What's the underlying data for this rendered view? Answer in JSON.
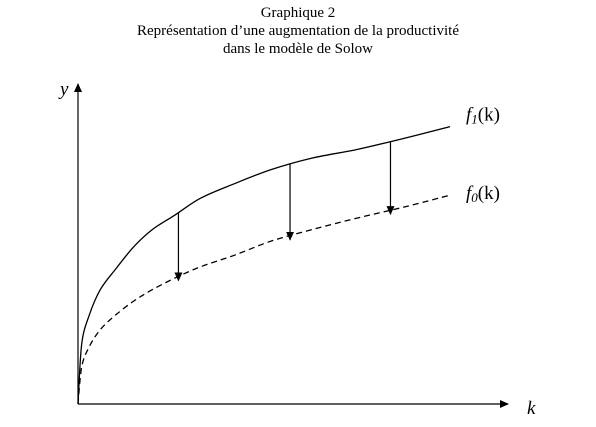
{
  "chart_data": {
    "type": "line",
    "title_lines": [
      "Graphique 2",
      "Représentation d’une augmentation de la productivité",
      "dans le modèle de Solow"
    ],
    "xlabel": "k",
    "ylabel": "y",
    "grid": false,
    "xlim": [
      0,
      100
    ],
    "ylim": [
      0,
      100
    ],
    "series": [
      {
        "label_main": "f",
        "label_sub": "1",
        "label_arg": "(k)",
        "style": "solid",
        "k": [
          0,
          1,
          3,
          6,
          10,
          15,
          20,
          26,
          33,
          42,
          52,
          63,
          75,
          88,
          100
        ],
        "y": [
          0,
          21,
          31,
          40,
          47,
          55,
          61,
          66,
          72,
          77,
          82,
          86,
          89,
          93,
          97
        ]
      },
      {
        "label_main": "f",
        "label_sub": "0",
        "label_arg": "(k)",
        "style": "dashed",
        "k": [
          0,
          1,
          3,
          6,
          10,
          15,
          20,
          26,
          33,
          42,
          52,
          63,
          75,
          88,
          100
        ],
        "y": [
          0,
          13,
          20,
          26,
          31,
          36,
          40,
          44,
          48,
          52,
          57,
          61,
          65,
          69,
          73
        ]
      }
    ],
    "arrows": [
      {
        "k": 27,
        "from_series": 1,
        "to_series": 0
      },
      {
        "k": 57,
        "from_series": 1,
        "to_series": 0
      },
      {
        "k": 84,
        "from_series": 1,
        "to_series": 0
      }
    ]
  }
}
